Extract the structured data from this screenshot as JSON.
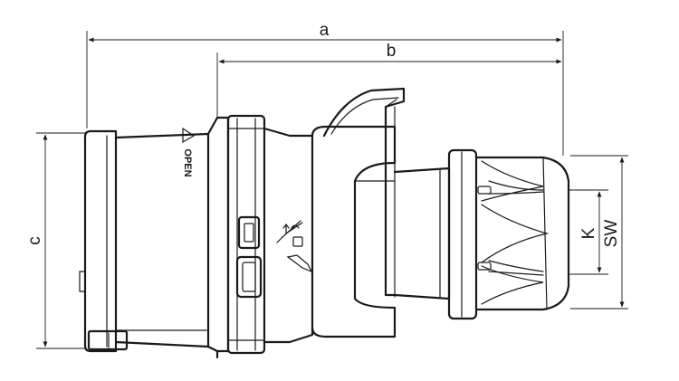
{
  "dimensions": {
    "a": "a",
    "b": "b",
    "c": "c",
    "k": "K",
    "sw": "SW"
  },
  "body_marking": "OPEN"
}
